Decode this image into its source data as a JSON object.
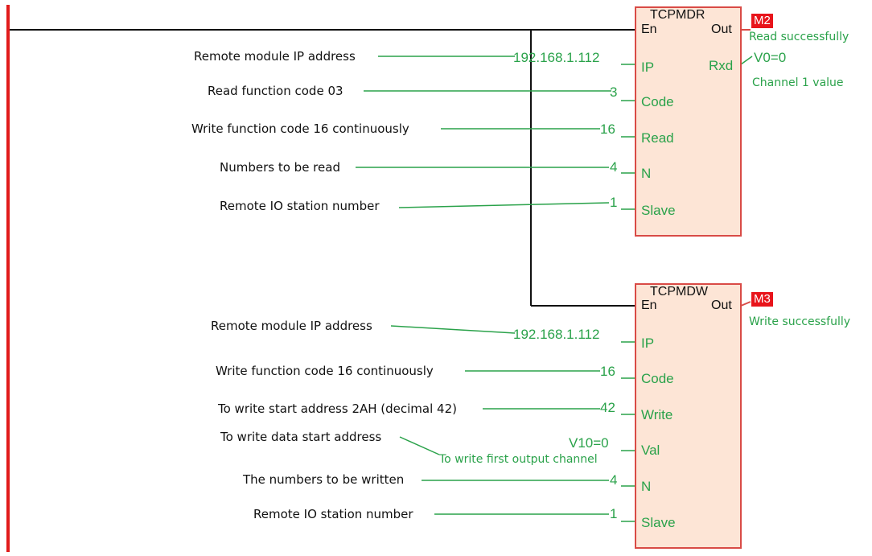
{
  "block1": {
    "title": "TCPMDR",
    "pins": {
      "en": "En",
      "out": "Out",
      "rxd": "Rxd",
      "ip": "IP",
      "code": "Code",
      "read": "Read",
      "n": "N",
      "slave": "Slave"
    },
    "output_tag": "M2",
    "out_note": "Read successfully",
    "rxd_value": "V0=0",
    "rxd_note": "Channel 1 value",
    "inputs": [
      {
        "label": "Remote module IP address",
        "value": "192.168.1.112"
      },
      {
        "label": "Read function code 03",
        "value": "3"
      },
      {
        "label": "Write function code 16 continuously",
        "value": "16"
      },
      {
        "label": "Numbers to be read",
        "value": "4"
      },
      {
        "label": "Remote IO station number",
        "value": "1"
      }
    ]
  },
  "block2": {
    "title": "TCPMDW",
    "pins": {
      "en": "En",
      "out": "Out",
      "ip": "IP",
      "code": "Code",
      "write": "Write",
      "val": "Val",
      "n": "N",
      "slave": "Slave"
    },
    "output_tag": "M3",
    "out_note": "Write successfully",
    "val_note": "To write first output channel",
    "inputs": [
      {
        "label": "Remote module IP address",
        "value": "192.168.1.112"
      },
      {
        "label": "Write function code 16 continuously",
        "value": "16"
      },
      {
        "label": "To write start address 2AH (decimal 42)",
        "value": "42"
      },
      {
        "label": "To write data start address",
        "value": "V10=0"
      },
      {
        "label": "The numbers to be written",
        "value": "4"
      },
      {
        "label": "Remote IO station number",
        "value": "1"
      }
    ]
  },
  "colors": {
    "rail": "#e11b1b",
    "block_fill": "#fde5d6",
    "block_border": "#d94b46",
    "wire_black": "#111111",
    "wire_green": "#2aa24a",
    "tag": "#e8141b"
  }
}
